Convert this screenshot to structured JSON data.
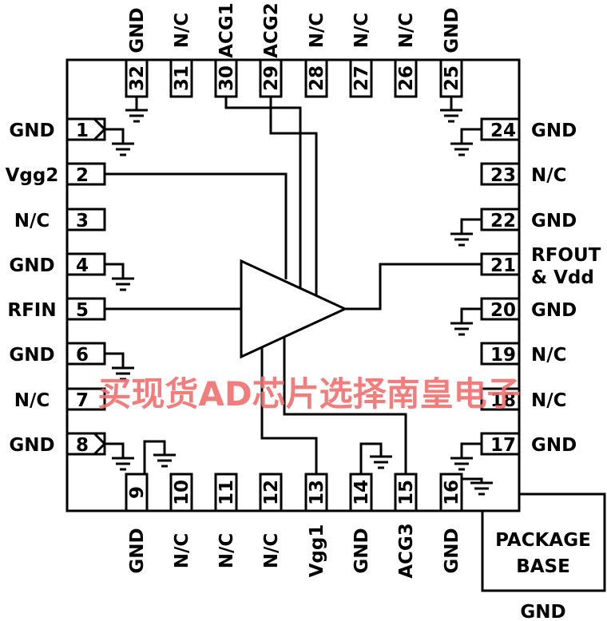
{
  "left_pins": [
    {
      "num": "1",
      "label": "GND"
    },
    {
      "num": "2",
      "label": "Vgg2"
    },
    {
      "num": "3",
      "label": "N/C"
    },
    {
      "num": "4",
      "label": "GND"
    },
    {
      "num": "5",
      "label": "RFIN"
    },
    {
      "num": "6",
      "label": "GND"
    },
    {
      "num": "7",
      "label": "N/C"
    },
    {
      "num": "8",
      "label": "GND"
    }
  ],
  "bottom_pins": [
    {
      "num": "9",
      "label": "GND"
    },
    {
      "num": "10",
      "label": "N/C"
    },
    {
      "num": "11",
      "label": "N/C"
    },
    {
      "num": "12",
      "label": "N/C"
    },
    {
      "num": "13",
      "label": "Vgg1"
    },
    {
      "num": "14",
      "label": "GND"
    },
    {
      "num": "15",
      "label": "ACG3"
    },
    {
      "num": "16",
      "label": "GND"
    }
  ],
  "right_pins": [
    {
      "num": "17",
      "label": "GND"
    },
    {
      "num": "18",
      "label": "N/C"
    },
    {
      "num": "19",
      "label": "N/C"
    },
    {
      "num": "20",
      "label": "GND"
    },
    {
      "num": "21",
      "label": "RFOUT",
      "label2": "& Vdd"
    },
    {
      "num": "22",
      "label": "GND"
    },
    {
      "num": "23",
      "label": "N/C"
    },
    {
      "num": "24",
      "label": "GND"
    }
  ],
  "top_pins": [
    {
      "num": "25",
      "label": "GND"
    },
    {
      "num": "26",
      "label": "N/C"
    },
    {
      "num": "27",
      "label": "N/C"
    },
    {
      "num": "28",
      "label": "N/C"
    },
    {
      "num": "29",
      "label": "ACG2"
    },
    {
      "num": "30",
      "label": "ACG1"
    },
    {
      "num": "31",
      "label": "N/C"
    },
    {
      "num": "32",
      "label": "GND"
    }
  ],
  "package_base": {
    "line1": "PACKAGE",
    "line2": "BASE",
    "ground_label": "GND"
  },
  "watermark": "买现货AD芯片选择南皇电子"
}
